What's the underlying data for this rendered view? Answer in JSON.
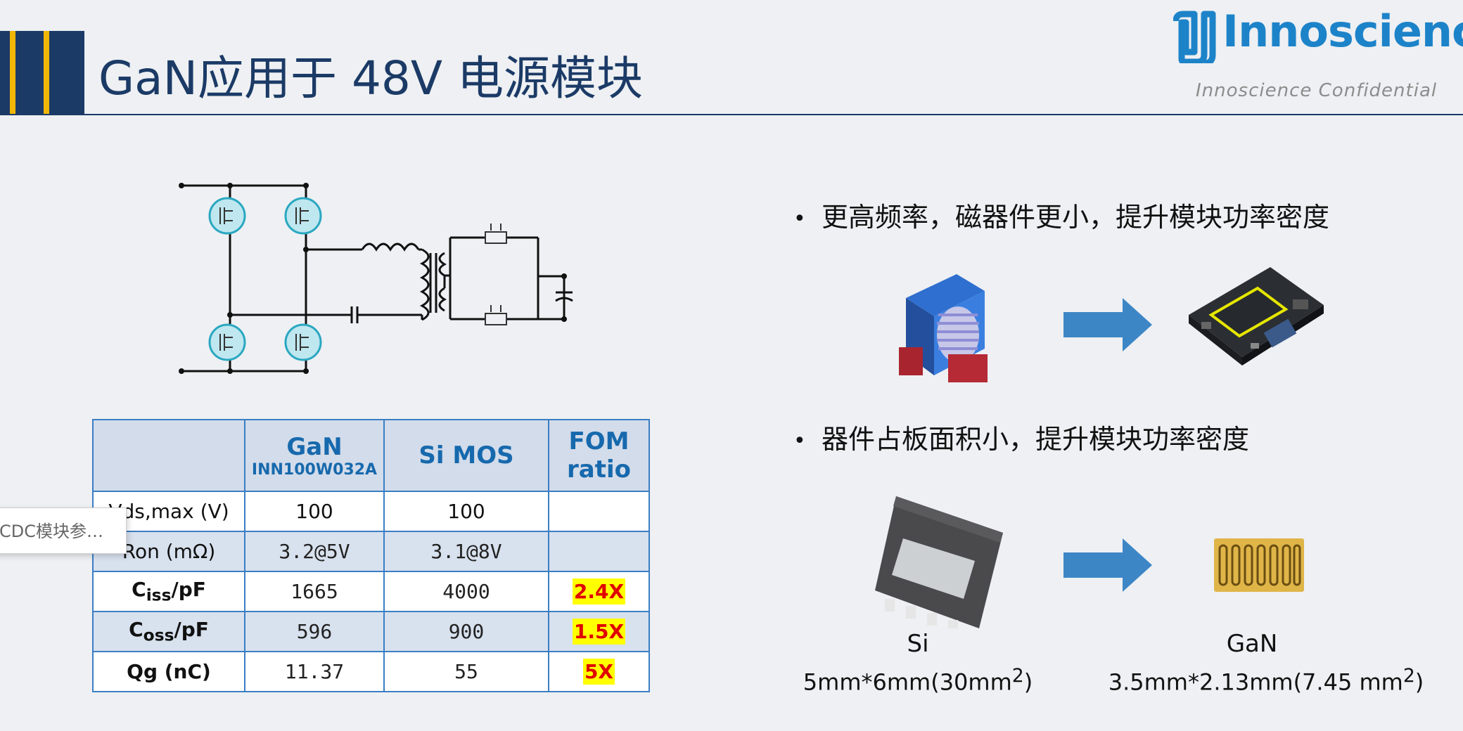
{
  "header": {
    "title": "GaN应用于 48V 电源模块",
    "brand": "Innoscience",
    "confidential": "Innoscience  Confidential"
  },
  "colors": {
    "navy": "#1b3a66",
    "gold": "#f2b705",
    "brand_blue": "#1d83c9",
    "table_border": "#3a7ec4",
    "highlight": "#ffff00",
    "ratio_red": "#e00000",
    "arrow": "#3d86c6"
  },
  "tooltip": {
    "text": "CDC模块参…"
  },
  "table": {
    "headers": [
      {
        "main": "",
        "sub": ""
      },
      {
        "main": "GaN",
        "sub": "INN100W032A"
      },
      {
        "main": "Si MOS",
        "sub": ""
      },
      {
        "main": "FOM",
        "sub": "ratio"
      }
    ],
    "rows": [
      {
        "param": "Vds,max (V)",
        "gan": "100",
        "si": "100",
        "ratio": ""
      },
      {
        "param": "Ron (mΩ)",
        "gan": "3.2@5V",
        "si": "3.1@8V",
        "ratio": ""
      },
      {
        "param_base": "C",
        "param_sub": "iss",
        "param_unit": "/pF",
        "gan": "1665",
        "si": "4000",
        "ratio": "2.4X"
      },
      {
        "param_base": "C",
        "param_sub": "oss",
        "param_unit": "/pF",
        "gan": "596",
        "si": "900",
        "ratio": "1.5X"
      },
      {
        "param": "Qg (nC)",
        "gan": "11.37",
        "si": "55",
        "ratio": "5X"
      }
    ]
  },
  "bullets": [
    {
      "text": "更高频率，磁器件更小，提升模块功率密度"
    },
    {
      "text": "器件占板面积小，提升模块功率密度"
    }
  ],
  "packages": {
    "si": {
      "name": "Si",
      "size": "5mm*6mm(30mm",
      "sup": "2",
      "close": ")"
    },
    "gan": {
      "name": "GaN",
      "size": "3.5mm*2.13mm(7.45 mm",
      "sup": "2",
      "close": ")"
    }
  },
  "icons": [
    "transformer-photo",
    "module-board-photo",
    "arrow-right-icon",
    "si-package-photo",
    "gan-die-photo",
    "circuit-schematic",
    "innoscience-logo"
  ]
}
